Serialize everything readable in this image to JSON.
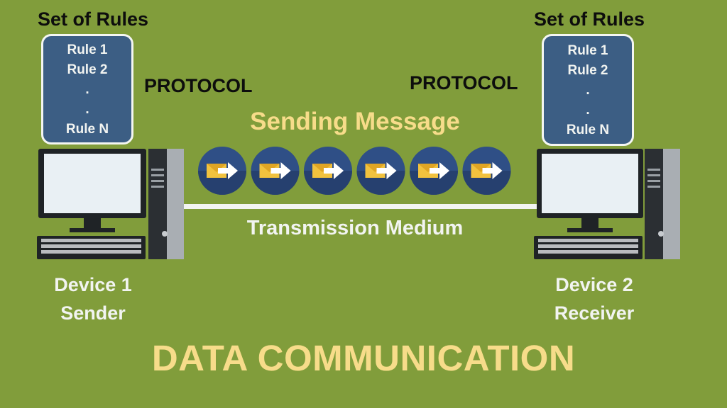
{
  "left_rules": {
    "title": "Set of Rules",
    "items": [
      "Rule 1",
      "Rule 2",
      ".",
      ".",
      "Rule N"
    ]
  },
  "right_rules": {
    "title": "Set of Rules",
    "items": [
      "Rule 1",
      "Rule 2",
      ".",
      ".",
      "Rule N"
    ]
  },
  "left_protocol": "PROTOCOL",
  "right_protocol": "PROTOCOL",
  "sending_label": "Sending Message",
  "medium_label": "Transmission Medium",
  "device1": {
    "name": "Device 1",
    "role": "Sender"
  },
  "device2": {
    "name": "Device 2",
    "role": "Receiver"
  },
  "title": "DATA COMMUNICATION",
  "message_count": 6,
  "colors": {
    "background": "#819d3b",
    "rules_box": "#3c5e84",
    "gold_text": "#f7dc8a",
    "message_circle": "#2f4f86"
  }
}
